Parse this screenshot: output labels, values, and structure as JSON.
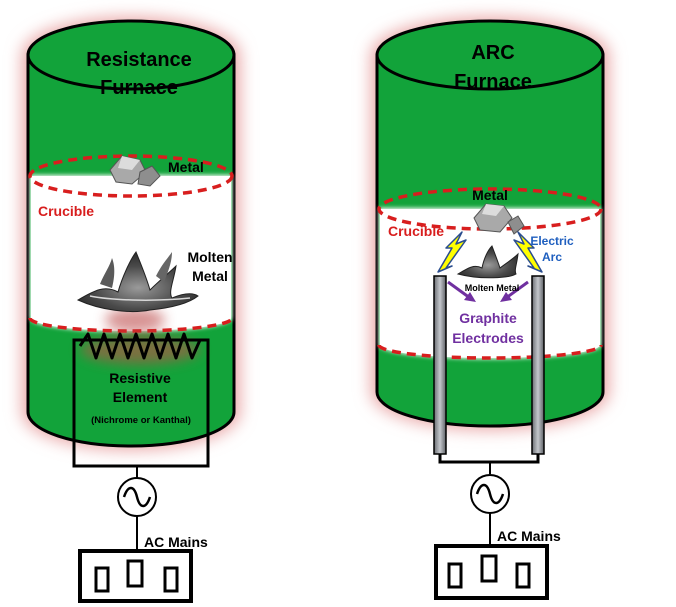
{
  "left_furnace": {
    "title_line1": "Resistance",
    "title_line2": "Furnace",
    "metal_label": "Metal",
    "crucible_label": "Crucible",
    "molten_line1": "Molten",
    "molten_line2": "Metal",
    "element_line1": "Resistive",
    "element_line2": "Element",
    "element_note": "(Nichrome or Kanthal)",
    "mains_label": "AC Mains"
  },
  "right_furnace": {
    "title_line1": "ARC",
    "title_line2": "Furnace",
    "metal_label": "Metal",
    "crucible_label": "Crucible",
    "arc_line1": "Electric",
    "arc_line2": "Arc",
    "molten_label": "Molten Metal",
    "electrodes_line1": "Graphite",
    "electrodes_line2": "Electrodes",
    "mains_label": "AC Mains"
  },
  "colors": {
    "furnace_green": "#12a33a",
    "crucible_red": "#d81e1e",
    "glow_red": "#e8a0a0",
    "arc_yellow": "#ffff00",
    "electrode_gray": "#8a8d92",
    "electrode_text": "#7030a0",
    "arc_text": "#1f5fbf"
  }
}
